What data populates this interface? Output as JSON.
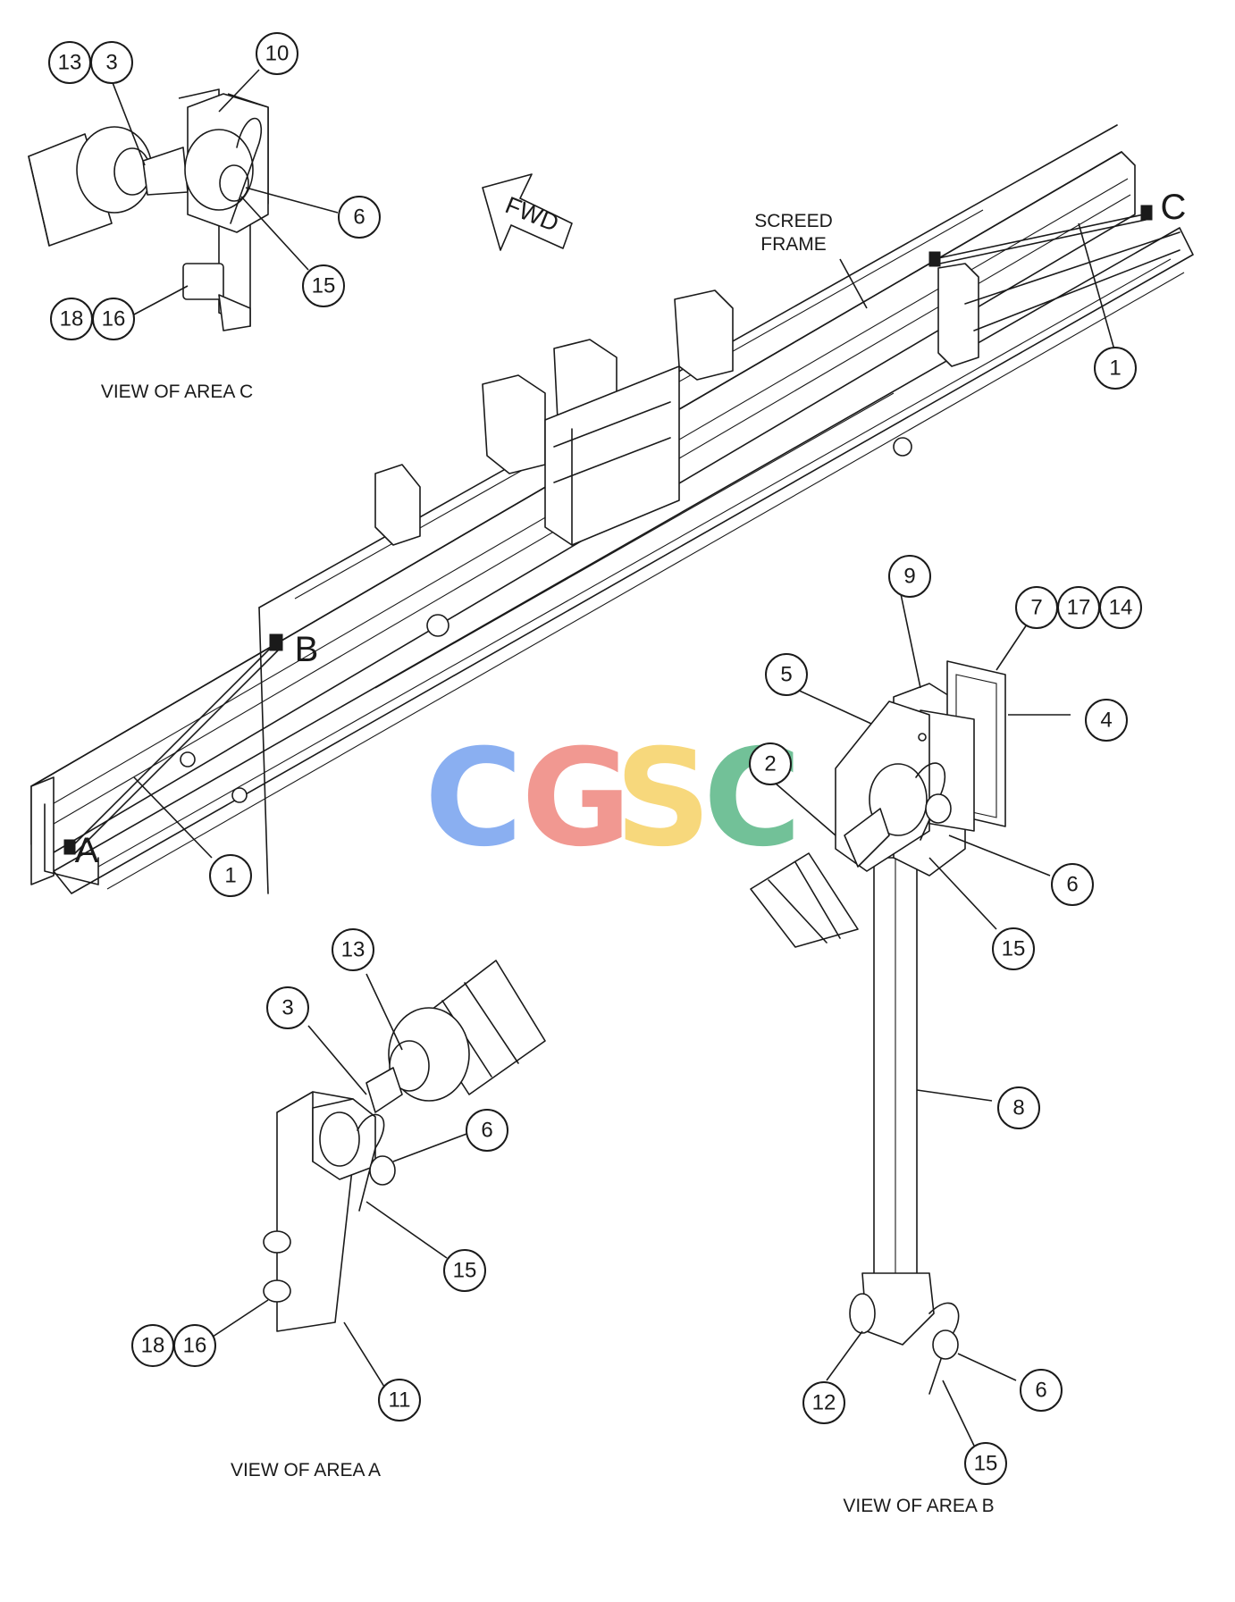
{
  "frame_label": [
    "SCREED",
    "FRAME"
  ],
  "fwd_label": "FWD",
  "area_letters": [
    "A",
    "B",
    "C"
  ],
  "captions": {
    "area_c": "VIEW OF AREA  C",
    "area_a": "VIEW OF AREA  A",
    "area_b": "VIEW OF AREA  B"
  },
  "watermark": {
    "letters": [
      "C",
      "G",
      "S",
      "C"
    ],
    "colors": [
      "#7ba5f0",
      "#f08a82",
      "#f7d36b",
      "#5fb98a"
    ]
  },
  "callouts": {
    "c_13": "13",
    "c_3": "3",
    "c_10": "10",
    "c_6": "6",
    "c_15": "15",
    "c_18": "18",
    "c_16": "16",
    "main_1_right": "1",
    "main_1_left": "1",
    "b_9": "9",
    "b_7": "7",
    "b_17": "17",
    "b_14": "14",
    "b_5": "5",
    "b_4": "4",
    "b_2": "2",
    "b_6": "6",
    "b_15": "15",
    "b_8": "8",
    "b_12": "12",
    "b_6_low": "6",
    "b_15_low": "15",
    "a_13": "13",
    "a_3": "3",
    "a_6": "6",
    "a_15": "15",
    "a_18": "18",
    "a_16": "16",
    "a_11": "11"
  }
}
